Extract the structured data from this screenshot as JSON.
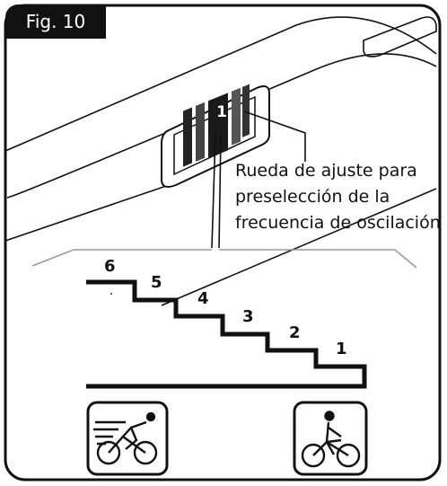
{
  "figure": {
    "label": "Fig. 10"
  },
  "callout": {
    "lines": [
      "Rueda de ajuste para",
      "preselección de la",
      "frecuencia de oscilación"
    ]
  },
  "wheel": {
    "value": "1"
  },
  "steps": [
    {
      "label": "6"
    },
    {
      "label": "5"
    },
    {
      "label": "4"
    },
    {
      "label": "3"
    },
    {
      "label": "2"
    },
    {
      "label": "1"
    }
  ],
  "icons": [
    {
      "name": "fast-cyclist-icon"
    },
    {
      "name": "slow-cyclist-icon"
    }
  ]
}
